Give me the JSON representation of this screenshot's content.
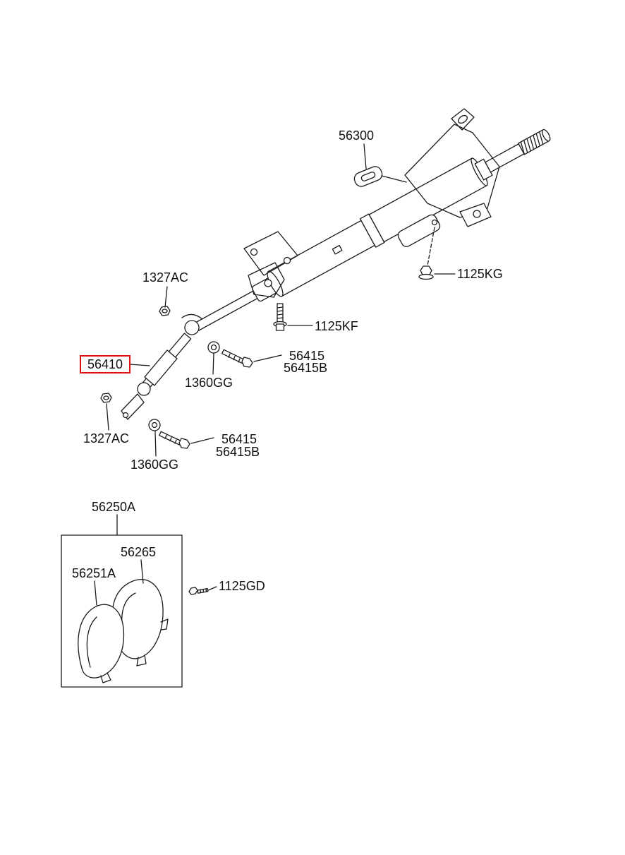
{
  "diagram": {
    "type": "exploded-parts-diagram",
    "subject": "steering column and intermediate shaft",
    "highlighted_part": "56410",
    "highlight_color": "#dd1111",
    "line_color": "#1a1a1a",
    "parts": {
      "p56300": "56300",
      "p1125KG": "1125KG",
      "p1327AC_upper": "1327AC",
      "p1125KF": "1125KF",
      "p56410": "56410",
      "p56415_upper": "56415",
      "p56415B_upper": "56415B",
      "p1360GG_upper": "1360GG",
      "p1327AC_lower": "1327AC",
      "p56415_lower": "56415",
      "p56415B_lower": "56415B",
      "p1360GG_lower": "1360GG",
      "p56250A": "56250A",
      "p56265": "56265",
      "p56251A": "56251A",
      "p1125GD": "1125GD"
    }
  }
}
